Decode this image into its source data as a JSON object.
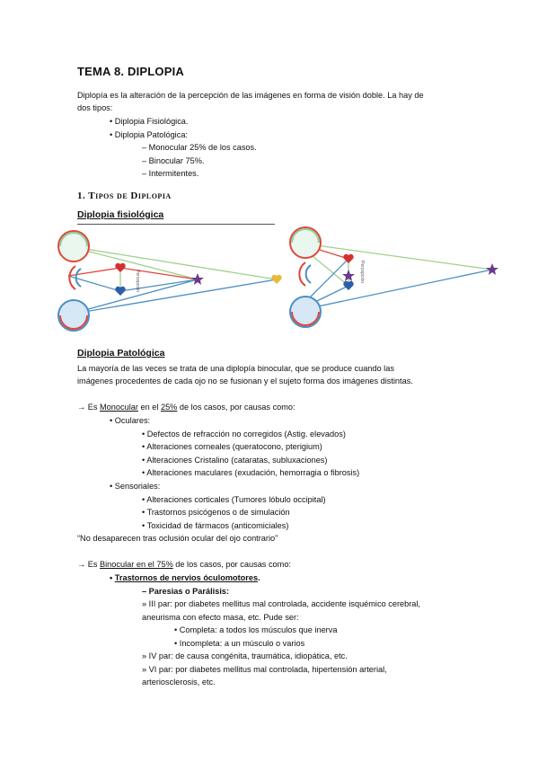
{
  "title": "TEMA 8. DIPLOPIA",
  "intro": {
    "line1": "Diplopía es la alteración de la percepción de las imágenes en forma de visión doble. La hay de",
    "line2": "dos tipos:",
    "bullets": [
      "• Diplopia Fisiológica.",
      "• Diplopia Patológica:"
    ],
    "sub": [
      "– Monocular 25% de los casos.",
      "– Binocular 75%.",
      "– Intermitentes."
    ]
  },
  "section1_heading": "1. Tipos de Diplopia",
  "fisiologica": {
    "heading": "Diplopia fisiológica",
    "figure_label_left": "Percepción",
    "figure_label_right": "Percepción"
  },
  "patologica": {
    "heading": "Diplopia Patológica",
    "para": [
      "La mayoría de las veces se trata de una diplopía binocular, que se produce cuando las",
      "imágenes procedentes de cada ojo no se fusionan y el sujeto forma dos imágenes distintas."
    ],
    "monocular": {
      "arrow": "→ Es ",
      "type": "Monocular",
      "mid": " en el ",
      "pct": "25%",
      "rest": " de los casos, por causas como:",
      "oculares_label": "• Oculares:",
      "oculares": [
        "• Defectos de refracción no corregidos (Astig. elevados)",
        "• Alteraciones corneales (queratocono, pterigium)",
        "• Alteraciones Cristalino (cataratas, subluxaciones)",
        "• Alteraciones maculares (exudación, hemorragia o fibrosis)"
      ],
      "sensoriales_label": "• Sensoriales:",
      "sensoriales": [
        "• Alteraciones corticales (Tumores lóbulo occipital)",
        "• Trastornos psicógenos o de simulación",
        "• Toxicidad de fármacos (anticomiciales)"
      ],
      "note": "“No desaparecen tras oclusión ocular del ojo contrario”"
    },
    "binocular": {
      "arrow": "→ Es ",
      "type": "Binocular en el 75%",
      "rest": " de los casos, por causas como:",
      "trastornos_bullet": "• ",
      "trastornos": "Trastornos de nervios óculomotores",
      "trastornos_dot": ".",
      "paresias": "– Paresias o Parálisis:",
      "iii_1": "» III par: por diabetes mellitus mal controlada, accidente isquémico cerebral,",
      "iii_2": "aneurisma con efecto masa, etc. Pude ser:",
      "iii_sub": [
        "• Completa: a todos los músculos que inerva",
        "• Incompleta: a un músculo o varios"
      ],
      "iv": "» IV par: de causa congénita, traumática, idiopática, etc.",
      "vi_1": "» VI par: por diabetes mellitus mal controlada, hipertensión arterial,",
      "vi_2": "arteriosclerosis, etc."
    }
  },
  "colors": {
    "eye_green": "#8bcf9a",
    "eye_blue": "#4a8ec4",
    "eye_red": "#e0483a",
    "line_red": "#e0483a",
    "line_blue": "#4a8ec4",
    "line_green": "#9fd08c",
    "heart_red": "#d62f2f",
    "heart_blue": "#2c5ea8",
    "star_purple": "#6b3a8c",
    "heart_yellow": "#e8b93a"
  }
}
